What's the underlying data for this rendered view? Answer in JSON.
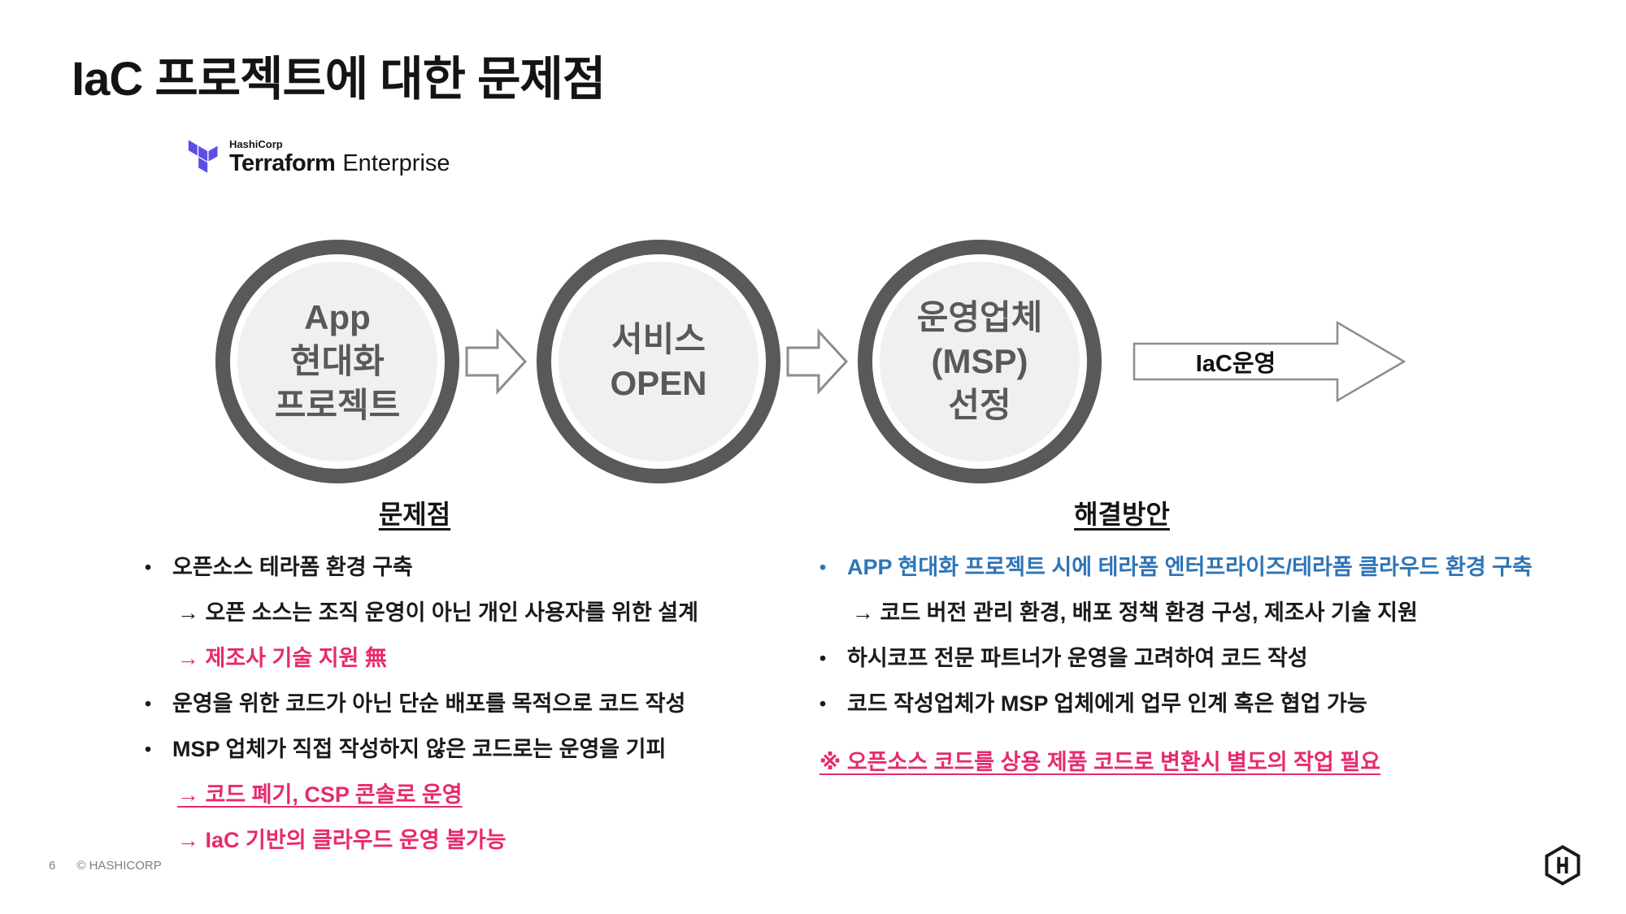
{
  "title": "IaC 프로젝트에 대한 문제점",
  "logo": {
    "company": "HashiCorp",
    "product": "Terraform",
    "edition": "Enterprise"
  },
  "flow": {
    "steps": [
      {
        "label": "App\n현대화\n프로젝트"
      },
      {
        "label": "서비스\nOPEN"
      },
      {
        "label": "운영업체\n(MSP)\n선정"
      }
    ],
    "arrow_label": "IaC운영"
  },
  "problems": {
    "heading": "문제점",
    "items": [
      "오픈소스 테라폼 환경 구축",
      "→ 오픈 소스는 조직 운영이 아닌 개인 사용자를 위한 설계",
      "→ 제조사 기술 지원 無",
      "운영을 위한 코드가 아닌 단순 배포를 목적으로 코드 작성",
      "MSP 업체가 직접 작성하지 않은 코드로는 운영을 기피",
      "→ 코드 폐기, CSP 콘솔로 운영",
      "→ IaC 기반의 클라우드 운영 불가능"
    ]
  },
  "solutions": {
    "heading": "해결방안",
    "items": [
      "APP 현대화 프로젝트 시에 테라폼 엔터프라이즈/테라폼 클라우드 환경 구축",
      "→ 코드 버전 관리 환경, 배포 정책 환경 구성, 제조사 기술 지원",
      "하시코프 전문 파트너가 운영을 고려하여 코드 작성",
      "코드 작성업체가 MSP 업체에게 업무 인계 혹은 협업 가능"
    ],
    "note": "※ 오픈소스 코드를 상용 제품 코드로 변환시 별도의 작업 필요"
  },
  "footer": {
    "page": "6",
    "copyright": "© HASHICORP"
  },
  "colors": {
    "pink": "#e62a6e",
    "blue": "#2e75b6",
    "circle_border": "#595959",
    "circle_fill": "#f0f0f0",
    "terraform_purple": "#5c4ee5",
    "arrow_outline": "#8c8c8c"
  }
}
